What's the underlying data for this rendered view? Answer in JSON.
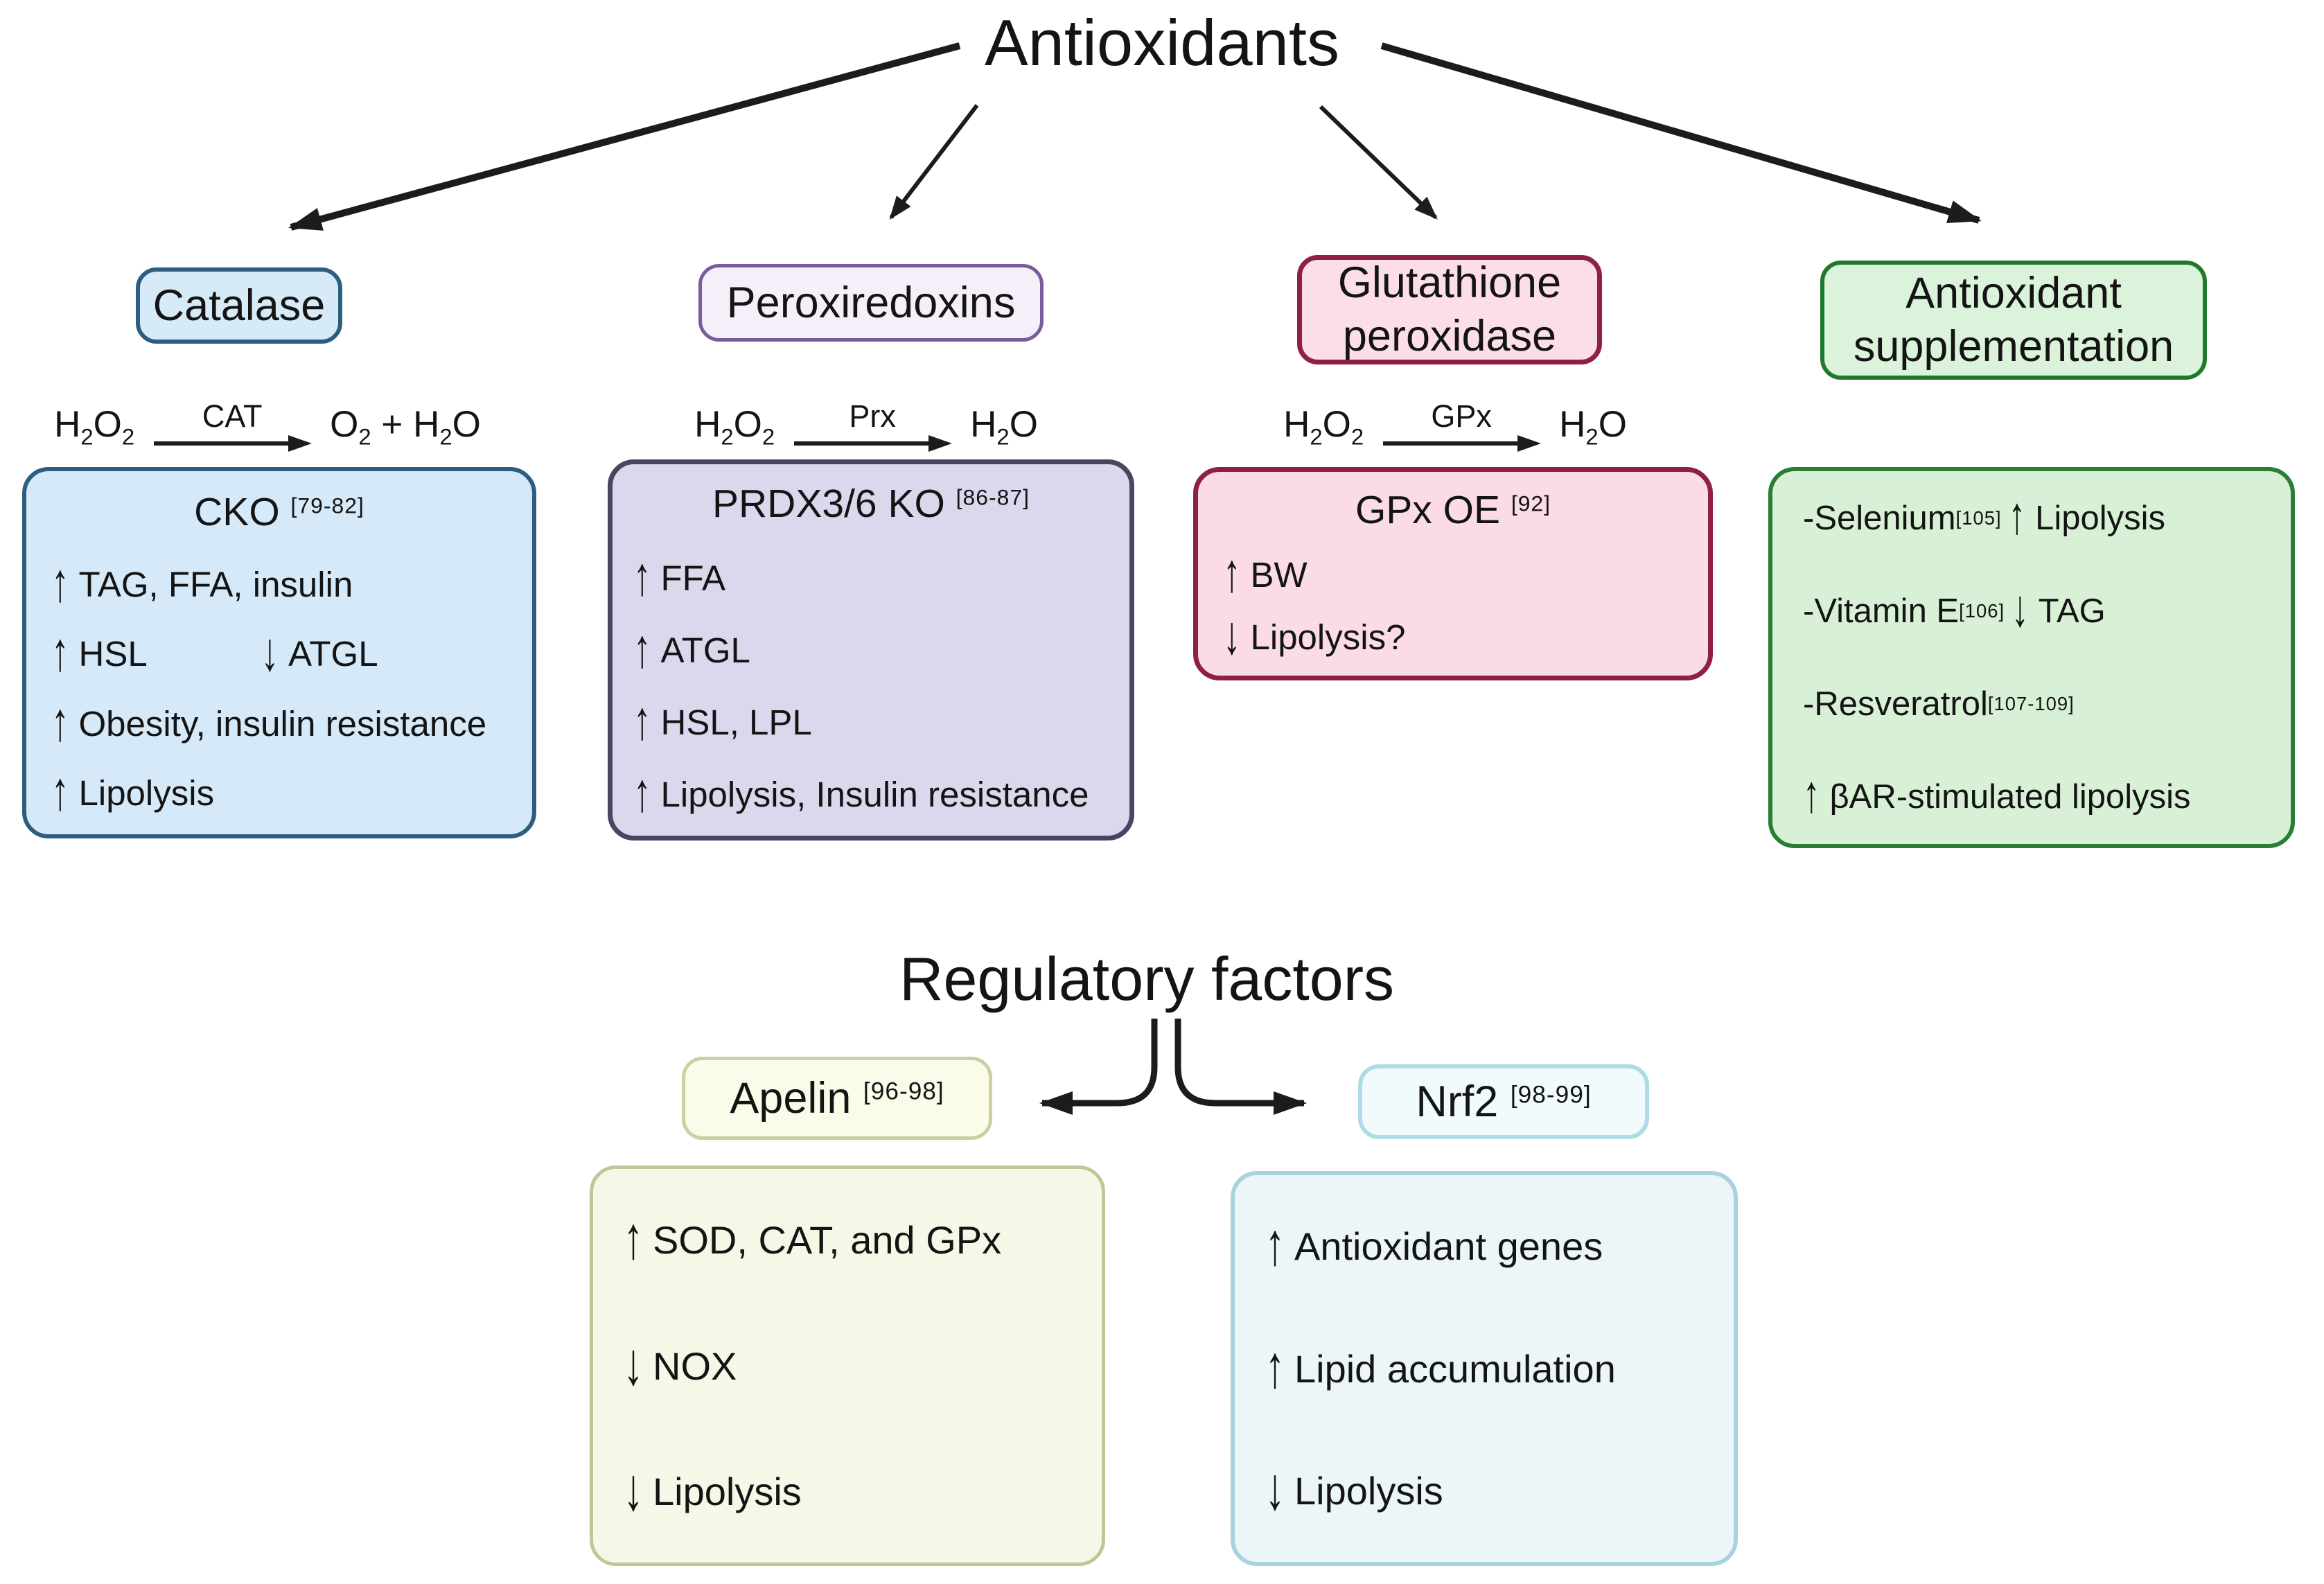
{
  "title": "Antioxidants",
  "icons": {
    "up": "↑",
    "down": "↓"
  },
  "colors": {
    "catalase_fill": "#d7eaf8",
    "catalase_border": "#2d5e7f",
    "cko_fill": "#d6e9f8",
    "prx_label_fill": "#f5effa",
    "prx_label_border": "#7a5b9e",
    "prdx_fill": "#dbd8ee",
    "prdx_border": "#4a4560",
    "glut_label_fill": "#fbdee8",
    "gpx_fill": "#fbdce6",
    "gpx_border": "#8e2140",
    "supp_label_fill": "#dbf2db",
    "supp_border": "#1e7a2b",
    "green_fill": "#d8f1d6",
    "green_border": "#2b7d33",
    "apelin_label_fill": "#fbfbea",
    "apelin_label_border": "#cbcfa2",
    "apelin_box_fill": "#f6f7e6",
    "apelin_box_border": "#c2c697",
    "nrf2_label_fill": "#f1fafc",
    "nrf2_label_border": "#aedbe6",
    "nrf2_box_fill": "#ecf6f9",
    "nrf2_box_border": "#a8d2dd",
    "arrow": "#1c1c1c"
  },
  "branches": {
    "catalase": {
      "label": "Catalase",
      "reaction": {
        "substrate": "H2O2",
        "enzyme": "CAT",
        "product": "O2 + H2O"
      },
      "box": {
        "title": "CKO",
        "ref": "[79-82]"
      },
      "items": {
        "row1": "TAG, FFA, insulin",
        "row2a": "HSL",
        "row2b": "ATGL",
        "row3": "Obesity, insulin resistance",
        "row4": "Lipolysis"
      }
    },
    "peroxiredoxins": {
      "label": "Peroxiredoxins",
      "reaction": {
        "substrate": "H2O2",
        "enzyme": "Prx",
        "product": "H2O"
      },
      "box": {
        "title": "PRDX3/6 KO",
        "ref": "[86-87]"
      },
      "items": {
        "row1": "FFA",
        "row2": "ATGL",
        "row3": "HSL, LPL",
        "row4": "Lipolysis, Insulin resistance"
      }
    },
    "glutathione": {
      "label": "Glutathione peroxidase",
      "reaction": {
        "substrate": "H2O2",
        "enzyme": "GPx",
        "product": "H2O"
      },
      "box": {
        "title": "GPx OE",
        "ref": "[92]"
      },
      "items": {
        "row1": "BW",
        "row2": "Lipolysis?"
      }
    },
    "supplementation": {
      "label": "Antioxidant supplementation",
      "box": {
        "selenium": {
          "name": "-Selenium",
          "ref": "[105]",
          "effect": "Lipolysis"
        },
        "vitamin_e": {
          "name": "-Vitamin E",
          "ref": "[106]",
          "effect": "TAG"
        },
        "resveratrol": {
          "name": "-Resveratrol",
          "ref": "[107-109]"
        },
        "bar": {
          "effect": "βAR-stimulated lipolysis"
        }
      }
    }
  },
  "regulatory": {
    "title": "Regulatory factors",
    "apelin": {
      "label": "Apelin",
      "ref": "[96-98]",
      "items": {
        "row1": "SOD, CAT, and GPx",
        "row2": "NOX",
        "row3": "Lipolysis"
      }
    },
    "nrf2": {
      "label": "Nrf2",
      "ref": "[98-99]",
      "items": {
        "row1": "Antioxidant genes",
        "row2": "Lipid accumulation",
        "row3": "Lipolysis"
      }
    }
  }
}
